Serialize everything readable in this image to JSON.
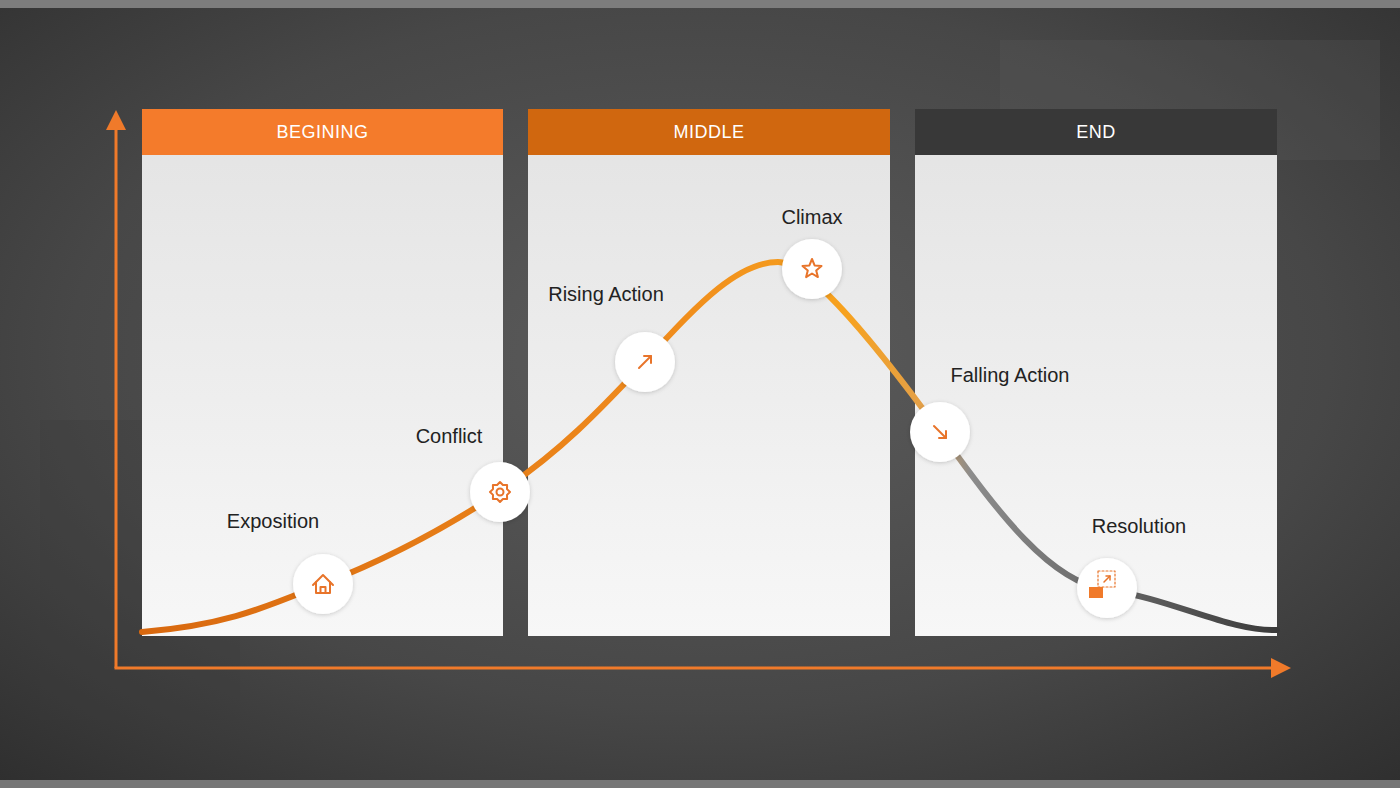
{
  "diagram": {
    "nodes": [
      {
        "text": [
          "BEGINING"
        ]
      },
      {
        "text": [
          "MIDDLE"
        ]
      },
      {
        "text": [
          "END"
        ]
      }
    ],
    "labels": [
      "Exposition",
      "Conflict",
      "Rising Action",
      "Climax",
      "Falling Action",
      "Resolution"
    ]
  }
}
